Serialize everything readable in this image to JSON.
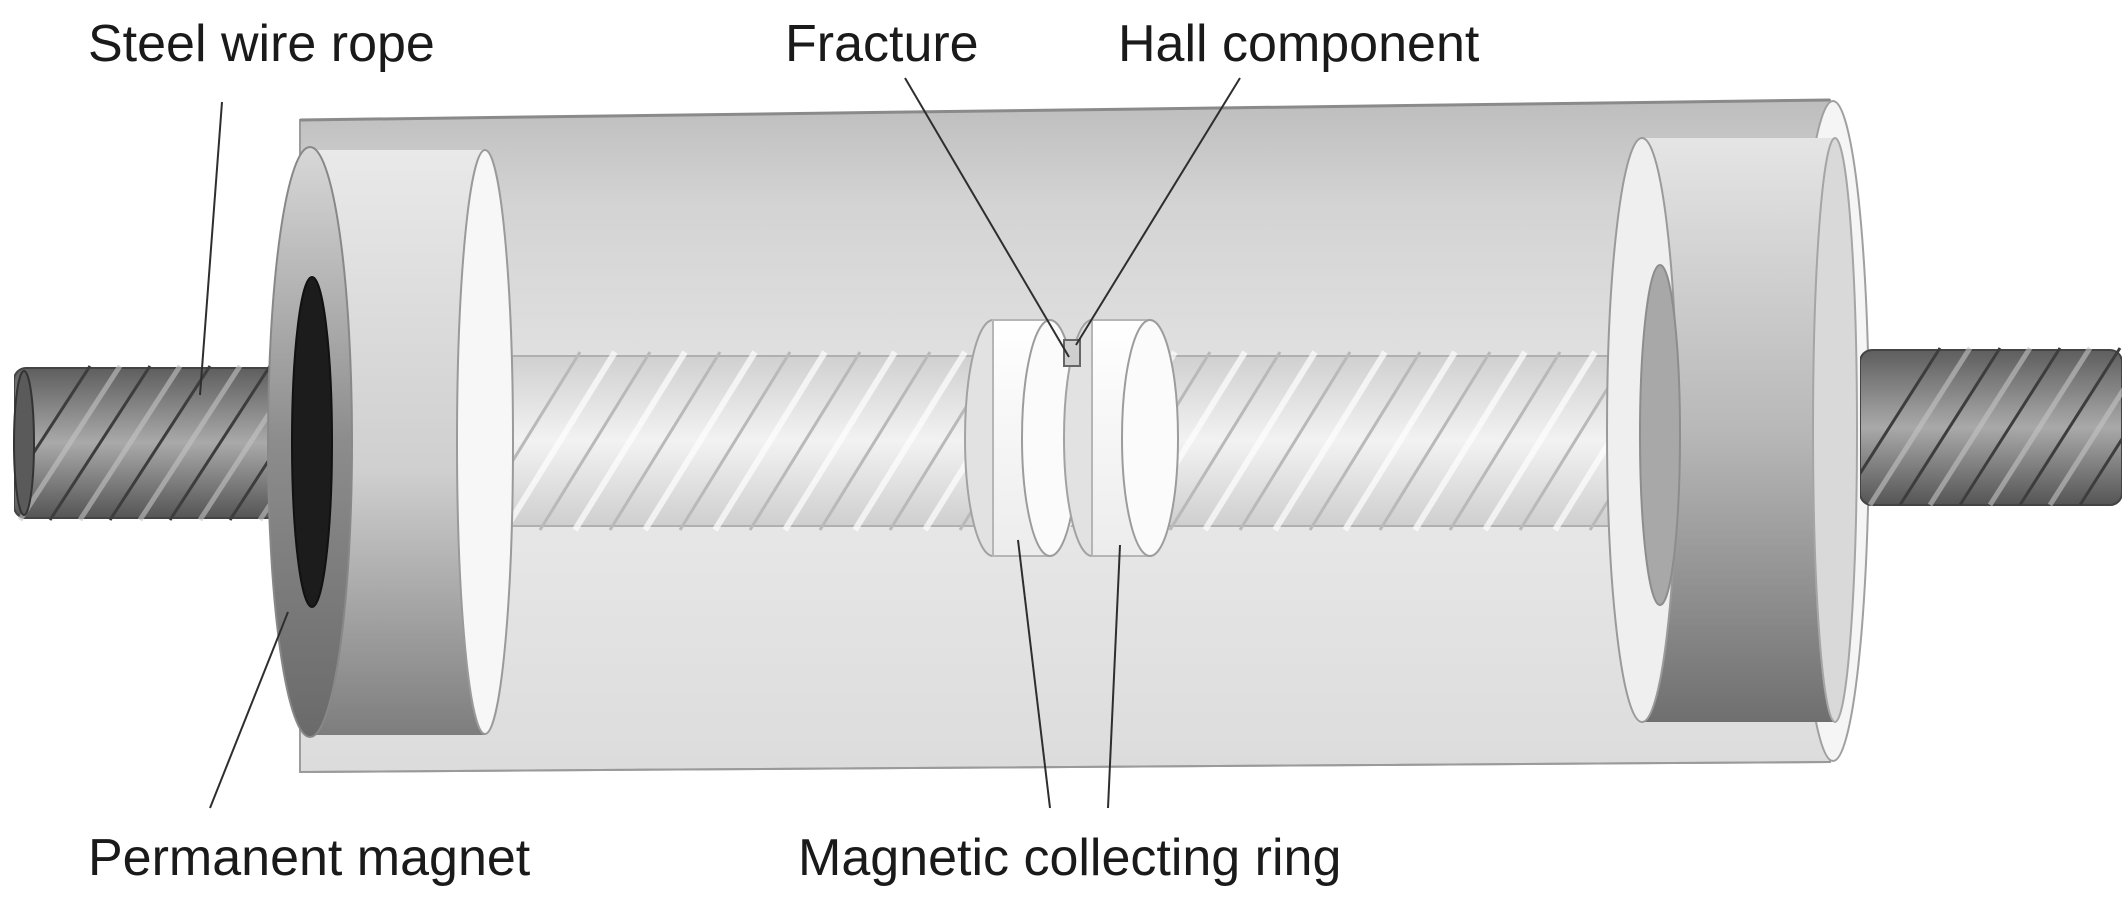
{
  "labels": {
    "steel_wire_rope": "Steel wire rope",
    "fracture": "Fracture",
    "hall_component": "Hall component",
    "permanent_magnet": "Permanent magnet",
    "magnetic_collecting_ring": "Magnetic collecting ring"
  },
  "colors": {
    "background": "#ffffff",
    "text": "#1a1a1a",
    "rope_dark": "#6b6b6b",
    "rope_light": "#e4e4e4",
    "magnet_face": "#f3f3f3",
    "magnet_side": "#9a9a9a",
    "housing": "#d6d6d6",
    "ring": "#f7f7f7",
    "leader_line": "#333333"
  }
}
